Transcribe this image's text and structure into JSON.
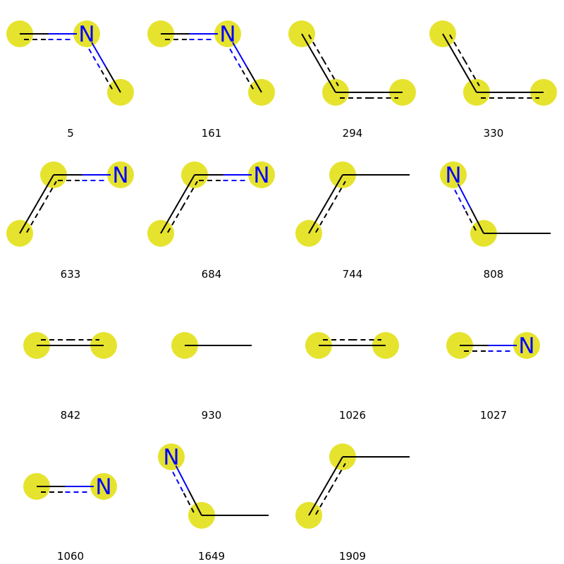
{
  "colors": {
    "highlight": "#e6e32f",
    "bond_carbon": "#000000",
    "nitrogen": "#0000ff",
    "background": "#ffffff",
    "label_text": "#000000"
  },
  "molecules": [
    {
      "label": "5",
      "atoms": [
        {
          "el": "C",
          "hl": true
        },
        {
          "el": "N",
          "hl": true
        },
        {
          "el": "C",
          "hl": true
        }
      ],
      "bonds": [
        {
          "a": 0,
          "b": 1,
          "order": 1.5
        },
        {
          "a": 1,
          "b": 2,
          "order": 1.5
        }
      ]
    },
    {
      "label": "161",
      "atoms": [
        {
          "el": "C",
          "hl": true
        },
        {
          "el": "N",
          "hl": true
        },
        {
          "el": "C",
          "hl": true
        }
      ],
      "bonds": [
        {
          "a": 0,
          "b": 1,
          "order": 1.5
        },
        {
          "a": 1,
          "b": 2,
          "order": 1.5
        }
      ]
    },
    {
      "label": "294",
      "atoms": [
        {
          "el": "C",
          "hl": true
        },
        {
          "el": "C",
          "hl": true
        },
        {
          "el": "C",
          "hl": true
        }
      ],
      "bonds": [
        {
          "a": 0,
          "b": 1,
          "order": 1.5
        },
        {
          "a": 1,
          "b": 2,
          "order": 1.5
        }
      ]
    },
    {
      "label": "330",
      "atoms": [
        {
          "el": "C",
          "hl": true
        },
        {
          "el": "C",
          "hl": true
        },
        {
          "el": "C",
          "hl": true
        }
      ],
      "bonds": [
        {
          "a": 0,
          "b": 1,
          "order": 1.5
        },
        {
          "a": 1,
          "b": 2,
          "order": 1.5
        }
      ]
    },
    {
      "label": "633",
      "atoms": [
        {
          "el": "C",
          "hl": true
        },
        {
          "el": "C",
          "hl": true
        },
        {
          "el": "N",
          "hl": true
        }
      ],
      "bonds": [
        {
          "a": 0,
          "b": 1,
          "order": 1.5
        },
        {
          "a": 1,
          "b": 2,
          "order": 1.5
        }
      ]
    },
    {
      "label": "684",
      "atoms": [
        {
          "el": "C",
          "hl": true
        },
        {
          "el": "C",
          "hl": true
        },
        {
          "el": "N",
          "hl": true
        }
      ],
      "bonds": [
        {
          "a": 0,
          "b": 1,
          "order": 1.5
        },
        {
          "a": 1,
          "b": 2,
          "order": 1.5
        }
      ]
    },
    {
      "label": "744",
      "atoms": [
        {
          "el": "C",
          "hl": true
        },
        {
          "el": "C",
          "hl": true
        },
        {
          "el": "C",
          "hl": false
        }
      ],
      "bonds": [
        {
          "a": 0,
          "b": 1,
          "order": 1.5
        },
        {
          "a": 1,
          "b": 2,
          "order": 1
        }
      ]
    },
    {
      "label": "808",
      "atoms": [
        {
          "el": "N",
          "hl": true
        },
        {
          "el": "C",
          "hl": true
        },
        {
          "el": "C",
          "hl": false
        }
      ],
      "bonds": [
        {
          "a": 0,
          "b": 1,
          "order": 1.5
        },
        {
          "a": 1,
          "b": 2,
          "order": 1
        }
      ]
    },
    {
      "label": "842",
      "atoms": [
        {
          "el": "C",
          "hl": true
        },
        {
          "el": "C",
          "hl": true
        }
      ],
      "bonds": [
        {
          "a": 0,
          "b": 1,
          "order": 1.5
        }
      ]
    },
    {
      "label": "930",
      "atoms": [
        {
          "el": "C",
          "hl": true
        },
        {
          "el": "C",
          "hl": false
        }
      ],
      "bonds": [
        {
          "a": 0,
          "b": 1,
          "order": 1
        }
      ]
    },
    {
      "label": "1026",
      "atoms": [
        {
          "el": "C",
          "hl": true
        },
        {
          "el": "C",
          "hl": true
        }
      ],
      "bonds": [
        {
          "a": 0,
          "b": 1,
          "order": 1.5
        }
      ]
    },
    {
      "label": "1027",
      "atoms": [
        {
          "el": "C",
          "hl": true
        },
        {
          "el": "N",
          "hl": true
        }
      ],
      "bonds": [
        {
          "a": 0,
          "b": 1,
          "order": 1.5
        }
      ]
    },
    {
      "label": "1060",
      "atoms": [
        {
          "el": "C",
          "hl": true
        },
        {
          "el": "N",
          "hl": true
        }
      ],
      "bonds": [
        {
          "a": 0,
          "b": 1,
          "order": 1.5
        }
      ]
    },
    {
      "label": "1649",
      "atoms": [
        {
          "el": "N",
          "hl": true
        },
        {
          "el": "C",
          "hl": true
        },
        {
          "el": "C",
          "hl": false
        }
      ],
      "bonds": [
        {
          "a": 0,
          "b": 1,
          "order": 1.5
        },
        {
          "a": 1,
          "b": 2,
          "order": 1
        }
      ]
    },
    {
      "label": "1909",
      "atoms": [
        {
          "el": "C",
          "hl": true
        },
        {
          "el": "C",
          "hl": true
        },
        {
          "el": "C",
          "hl": false
        }
      ],
      "bonds": [
        {
          "a": 0,
          "b": 1,
          "order": 1.5
        },
        {
          "a": 1,
          "b": 2,
          "order": 1
        }
      ]
    }
  ]
}
